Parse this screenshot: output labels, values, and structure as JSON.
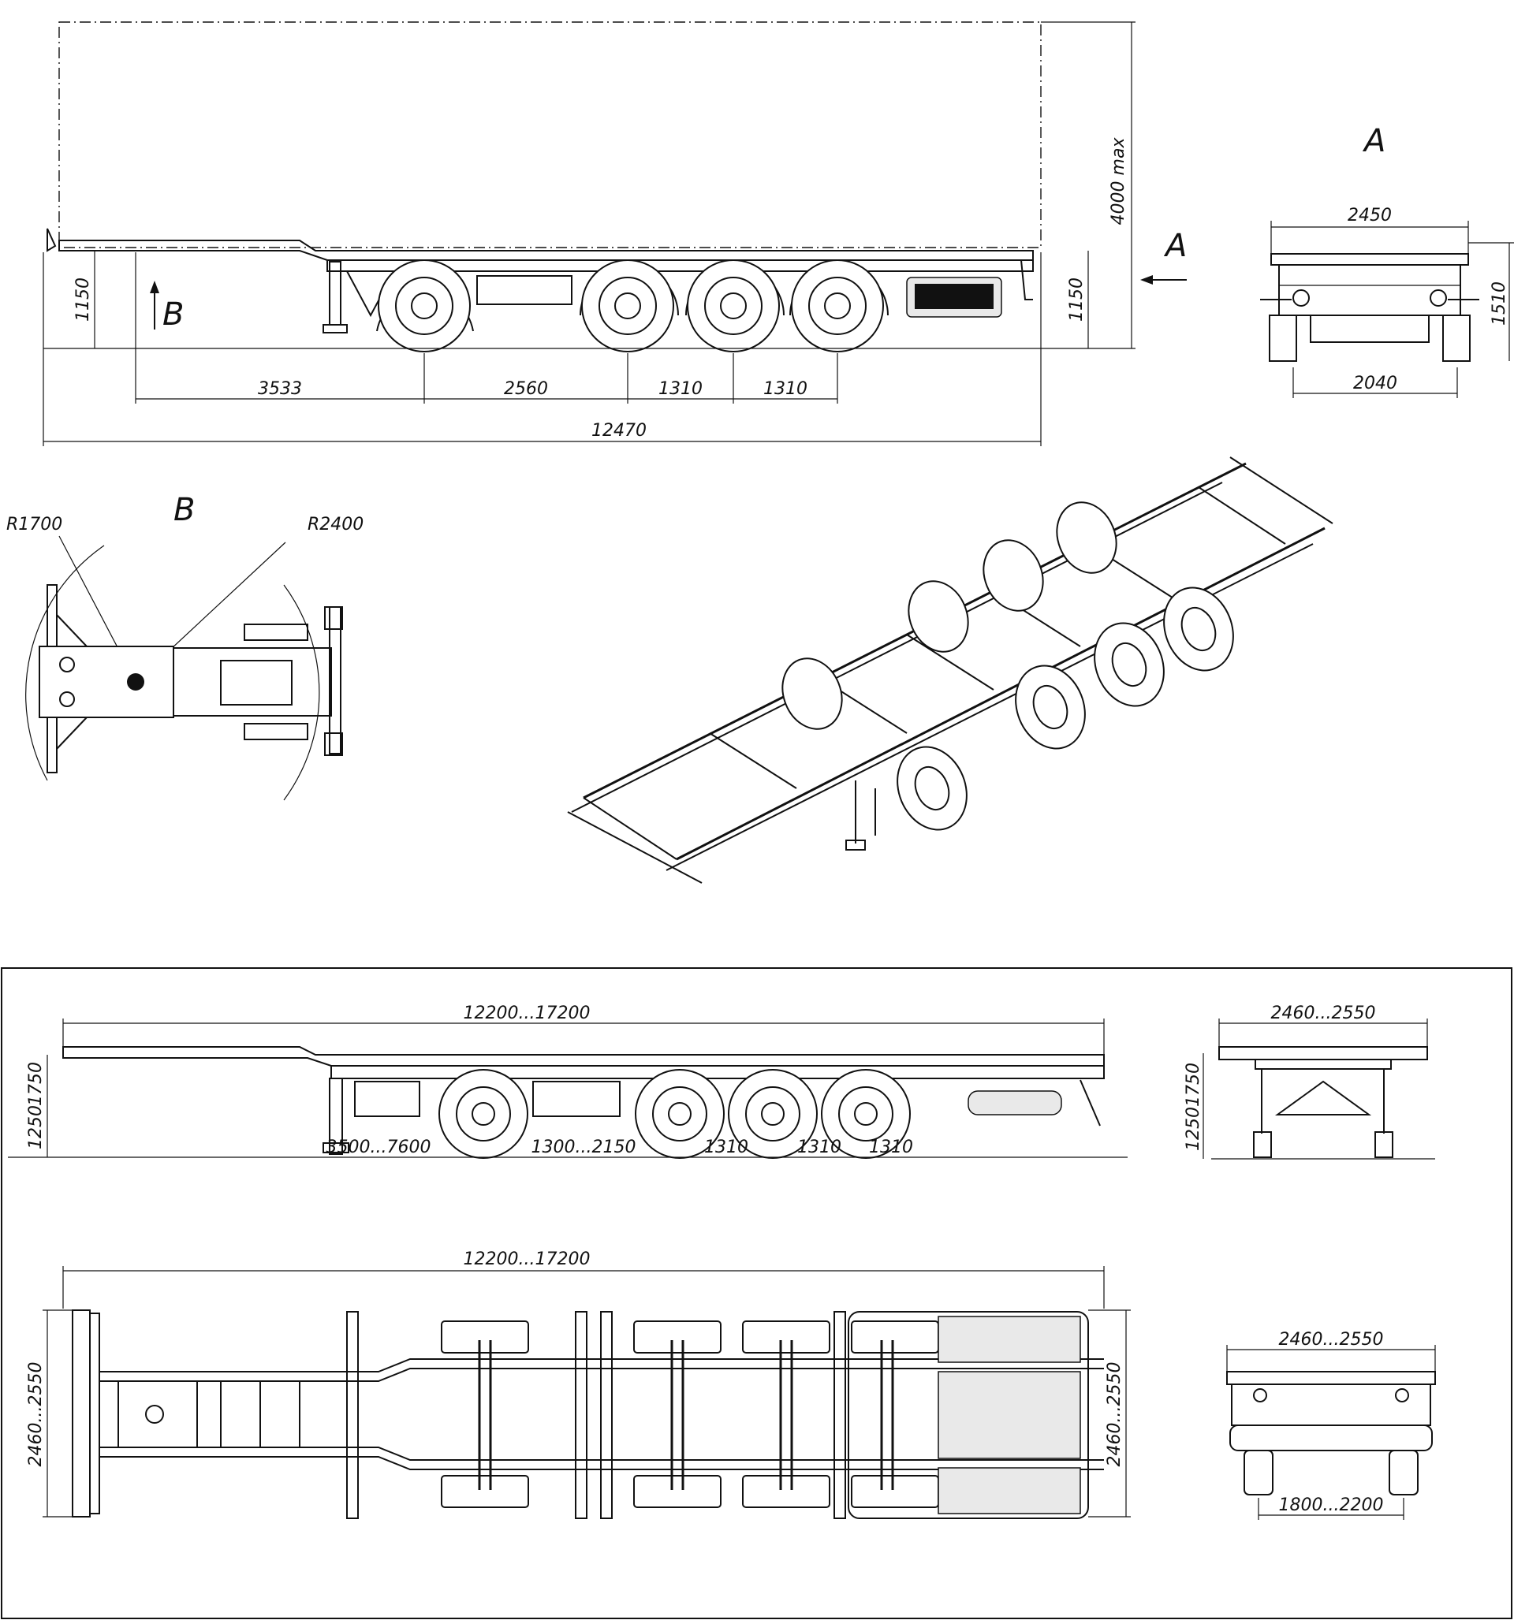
{
  "top_side_view": {
    "height_max": "4000 max",
    "fifth_wheel_height": "1150",
    "rear_height": "1150",
    "dim_kingpin_to_axle": "3533",
    "dim_axle_1_2": "2560",
    "dim_axle_2_3": "1310",
    "dim_axle_3_4": "1310",
    "overall_length": "12470",
    "view_arrow_A": "A",
    "view_arrow_B": "B"
  },
  "view_A": {
    "title": "A",
    "width": "2450",
    "track": "2040",
    "height": "1510"
  },
  "view_B": {
    "title": "B",
    "radius_front": "R1700",
    "radius_swing": "R2400"
  },
  "bottom_side_view": {
    "length_range": "12200...17200",
    "height_min": "1250",
    "height_max": "1750",
    "dim_front_range": "3500...7600",
    "dim_mid_range": "1300...2150",
    "dim_axle_gaps": [
      "1310",
      "1310",
      "1310"
    ]
  },
  "bottom_rear_view": {
    "width_range": "2460...2550",
    "height_min": "1250",
    "height_max": "1750"
  },
  "bottom_plan_view": {
    "length_range": "12200...17200",
    "width_left": "2460...2550",
    "width_right": "2460...2550"
  },
  "bottom_front_view": {
    "width_range": "2460...2550",
    "track_range": "1800...2200"
  }
}
